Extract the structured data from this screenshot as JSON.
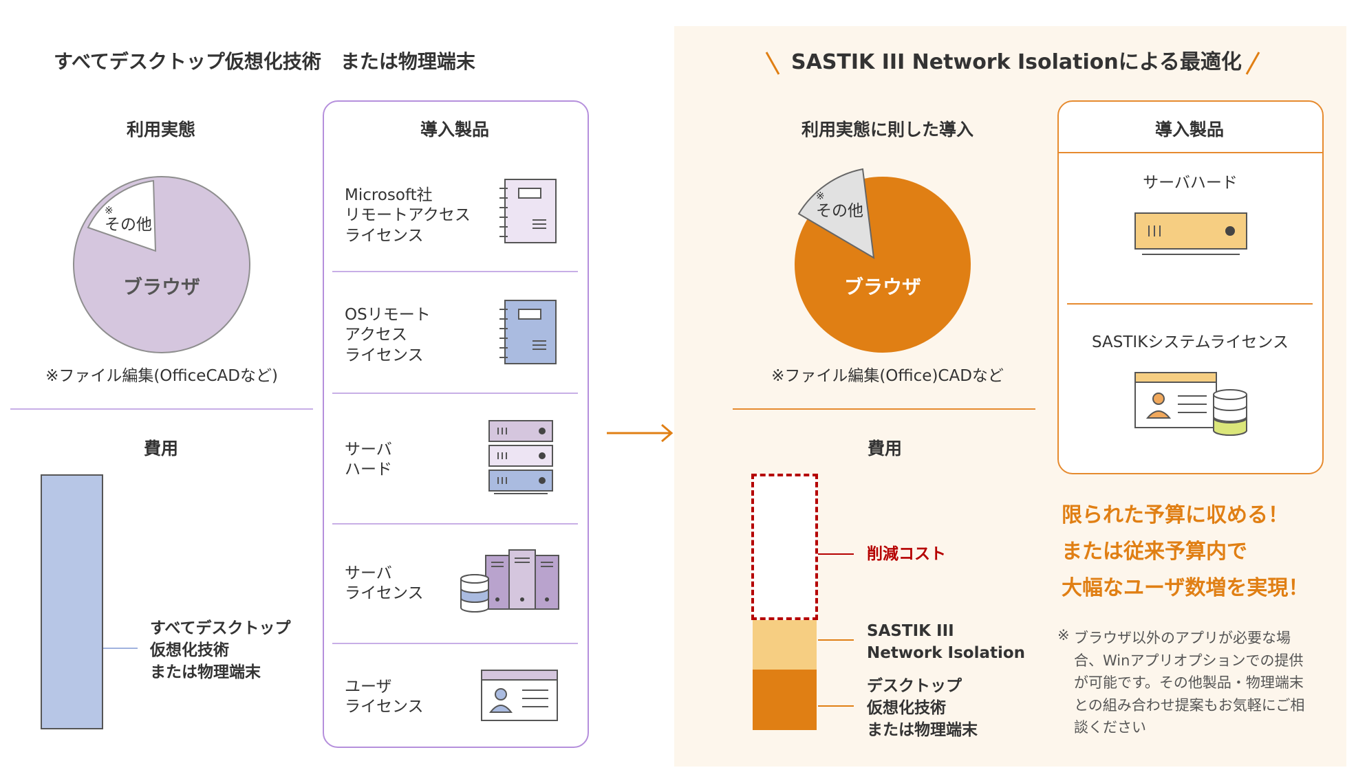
{
  "left": {
    "title": "すべてデスクトップ仮想化技術　または物理端末",
    "usage": {
      "heading": "利用実態",
      "pie_main_label": "ブラウザ",
      "pie_other_mark": "※",
      "pie_other_label": "その他",
      "note": "※ファイル編集(OfficeCADなど)"
    },
    "cost": {
      "heading": "費用",
      "bar_label": "すべてデスクトップ\n仮想化技術\nまたは物理端末"
    },
    "products": {
      "heading": "導入製品",
      "items": [
        {
          "label": "Microsoft社\nリモートアクセス\nライセンス",
          "icon": "notebook-icon"
        },
        {
          "label": "OSリモート\nアクセス\nライセンス",
          "icon": "notebook-icon"
        },
        {
          "label": "サーバ\nハード",
          "icon": "server-rack-icon"
        },
        {
          "label": "サーバ\nライセンス",
          "icon": "server-license-icon"
        },
        {
          "label": "ユーザ\nライセンス",
          "icon": "user-card-icon"
        }
      ]
    }
  },
  "right": {
    "title": "SASTIK III Network Isolationによる最適化",
    "usage": {
      "heading": "利用実態に則した導入",
      "pie_main_label": "ブラウザ",
      "pie_other_mark": "※",
      "pie_other_label": "その他",
      "note": "※ファイル編集(Office)CADなど"
    },
    "cost": {
      "heading": "費用",
      "reduced_label": "削減コスト",
      "sastik_label": "SASTIK III\nNetwork Isolation",
      "desktop_label": "デスクトップ\n仮想化技術\nまたは物理端末"
    },
    "products": {
      "heading": "導入製品",
      "items": [
        {
          "label": "サーバハード",
          "icon": "server-box-icon"
        },
        {
          "label": "SASTIKシステムライセンス",
          "icon": "license-database-icon"
        }
      ]
    },
    "highlight": "限られた予算に収める！\nまたは従来予算内で\n大幅なユーザ数増を実現！",
    "footnote_mark": "※",
    "footnote": "ブラウザ以外のアプリが必要な場\n合、Winアプリオプションでの提供\nが可能です。その他製品・物理端末\nとの組み合わせ提案もお気軽にご相\n談ください"
  },
  "colors": {
    "purple_border": "#b58fdc",
    "purple_pie": "#d5c6de",
    "blue_bar": "#b7c6e6",
    "orange": "#e07f14",
    "orange_light": "#f6ce82",
    "red_dashed": "#b50000",
    "right_background": "#fdf6ec"
  }
}
